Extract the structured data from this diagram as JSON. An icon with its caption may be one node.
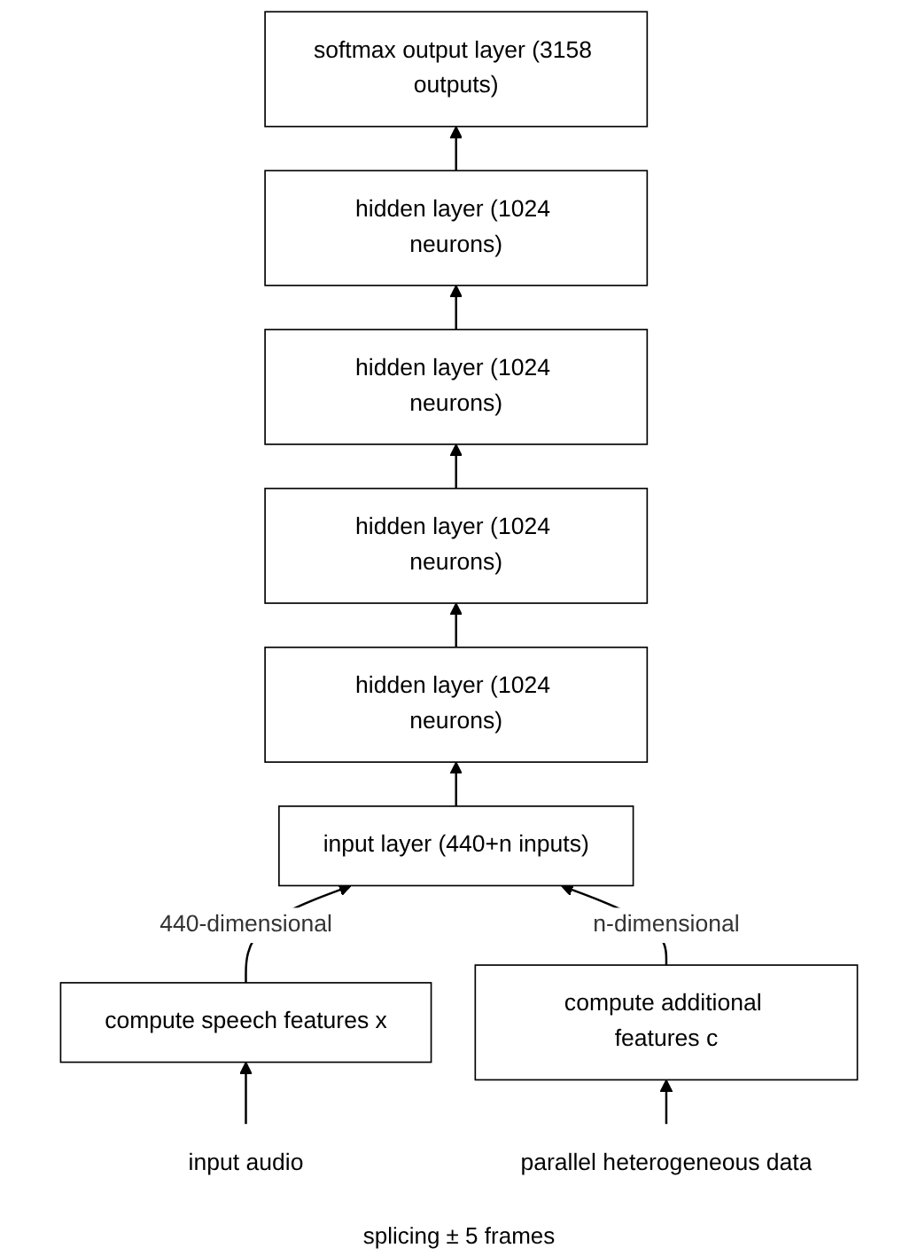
{
  "diagram": {
    "nodes": [
      {
        "text": [
          "softmax output layer (3158 outputs)"
        ]
      },
      {
        "text": [
          "hidden layer (1024 neurons)"
        ]
      },
      {
        "text": [
          "hidden layer (1024 neurons)"
        ]
      },
      {
        "text": [
          "hidden layer (1024 neurons)"
        ]
      },
      {
        "text": [
          "hidden layer (1024 neurons)"
        ]
      },
      {
        "text": [
          "input layer (440+n inputs)"
        ]
      },
      {
        "text": [
          "compute speech features x"
        ]
      },
      {
        "text": [
          "compute additional features c"
        ]
      },
      {
        "text": [
          "input audio"
        ]
      },
      {
        "text": [
          "parallel heterogeneous data"
        ]
      }
    ],
    "edges": [
      {
        "from": 8,
        "to": 6,
        "arrow": "to"
      },
      {
        "from": 9,
        "to": 7,
        "arrow": "to"
      },
      {
        "from": 6,
        "to": 5,
        "arrow": "to",
        "label": "440-dimensional"
      },
      {
        "from": 7,
        "to": 5,
        "arrow": "to",
        "label": "n-dimensional"
      },
      {
        "from": 5,
        "to": 4,
        "arrow": "to"
      },
      {
        "from": 4,
        "to": 3,
        "arrow": "to"
      },
      {
        "from": 3,
        "to": 2,
        "arrow": "to"
      },
      {
        "from": 2,
        "to": 1,
        "arrow": "to"
      },
      {
        "from": 1,
        "to": 0,
        "arrow": "to"
      }
    ],
    "labels": [
      "splicing ± 5 frames"
    ]
  }
}
